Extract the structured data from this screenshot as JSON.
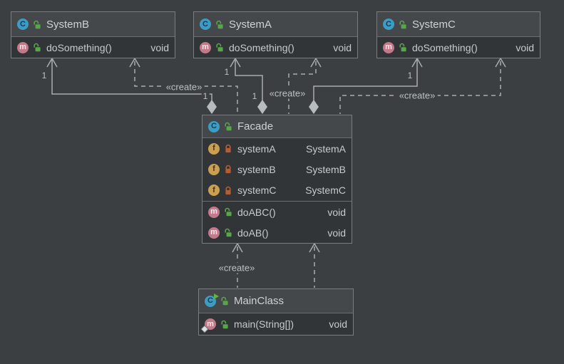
{
  "edge_labels": {
    "create": "«create»",
    "one": "1"
  },
  "nodes": {
    "system_b": {
      "name": "SystemB",
      "icon_letter": "C",
      "method": {
        "icon_letter": "m",
        "name": "doSomething()",
        "type": "void"
      }
    },
    "system_a": {
      "name": "SystemA",
      "icon_letter": "C",
      "method": {
        "icon_letter": "m",
        "name": "doSomething()",
        "type": "void"
      }
    },
    "system_c": {
      "name": "SystemC",
      "icon_letter": "C",
      "method": {
        "icon_letter": "m",
        "name": "doSomething()",
        "type": "void"
      }
    },
    "facade": {
      "name": "Facade",
      "icon_letter": "C",
      "fields": [
        {
          "icon_letter": "f",
          "name": "systemA",
          "type": "SystemA"
        },
        {
          "icon_letter": "f",
          "name": "systemB",
          "type": "SystemB"
        },
        {
          "icon_letter": "f",
          "name": "systemC",
          "type": "SystemC"
        }
      ],
      "methods": [
        {
          "icon_letter": "m",
          "name": "doABC()",
          "type": "void"
        },
        {
          "icon_letter": "m",
          "name": "doAB()",
          "type": "void"
        }
      ]
    },
    "main_class": {
      "name": "MainClass",
      "icon_letter": "C",
      "method": {
        "icon_letter": "m",
        "name": "main(String[])",
        "type": "void"
      }
    }
  },
  "colors": {
    "canvas": "#3C3F41",
    "node_header": "#45484A",
    "node_body": "#323538",
    "node_border": "#7A7D7F",
    "edge": "#A9ACAE",
    "class_icon": "#3E9CC4",
    "field_icon": "#C9A052",
    "method_icon": "#C4798B",
    "public_lock": "#57A64A",
    "private_lock": "#BA5B32",
    "run_overlay": "#5FB832"
  }
}
